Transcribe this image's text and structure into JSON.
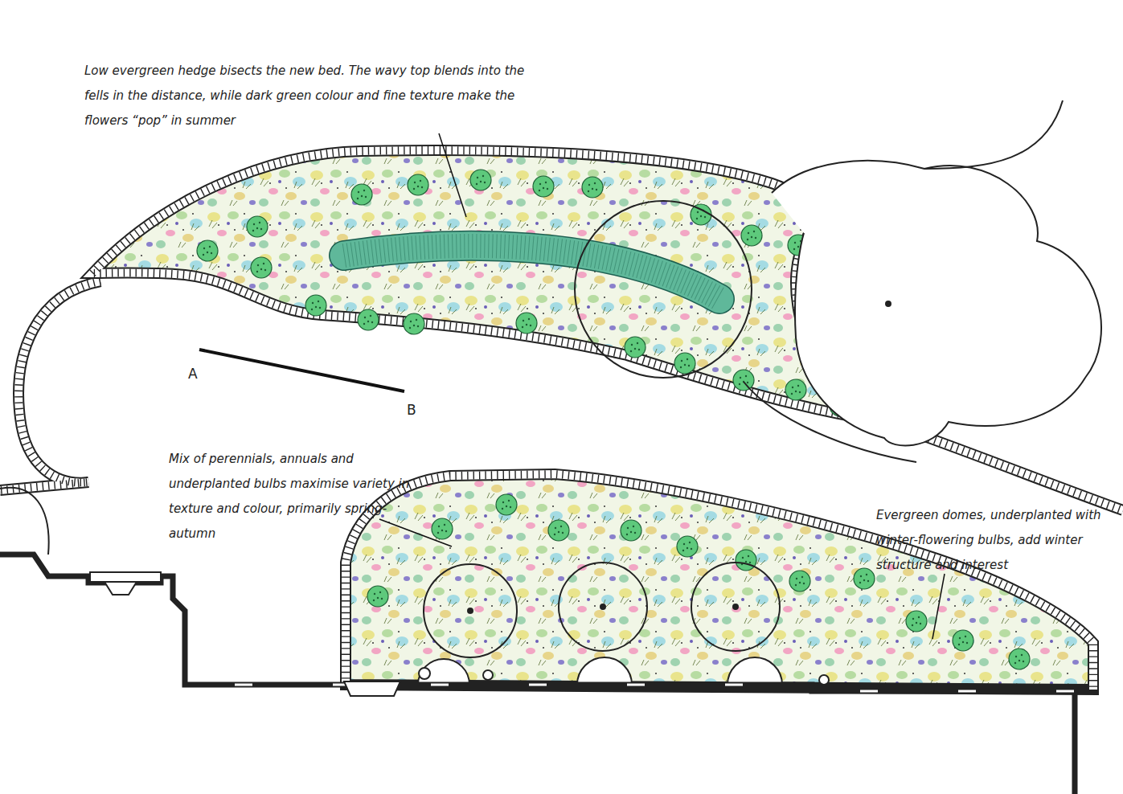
{
  "diagram": {
    "labels": [
      "Low evergreen hedge bisects the new bed. The wavy top blends into the fells in the distance, while dark green colour and fine texture make the flowers “pop” in summer",
      "A",
      "B",
      "Mix of perennials, annuals and underplanted bulbs maximise variety in texture and colour, primarily spring-autumn",
      "Evergreen domes, underplanted with winter-flowering bulbs, add winter structure and interest"
    ]
  }
}
